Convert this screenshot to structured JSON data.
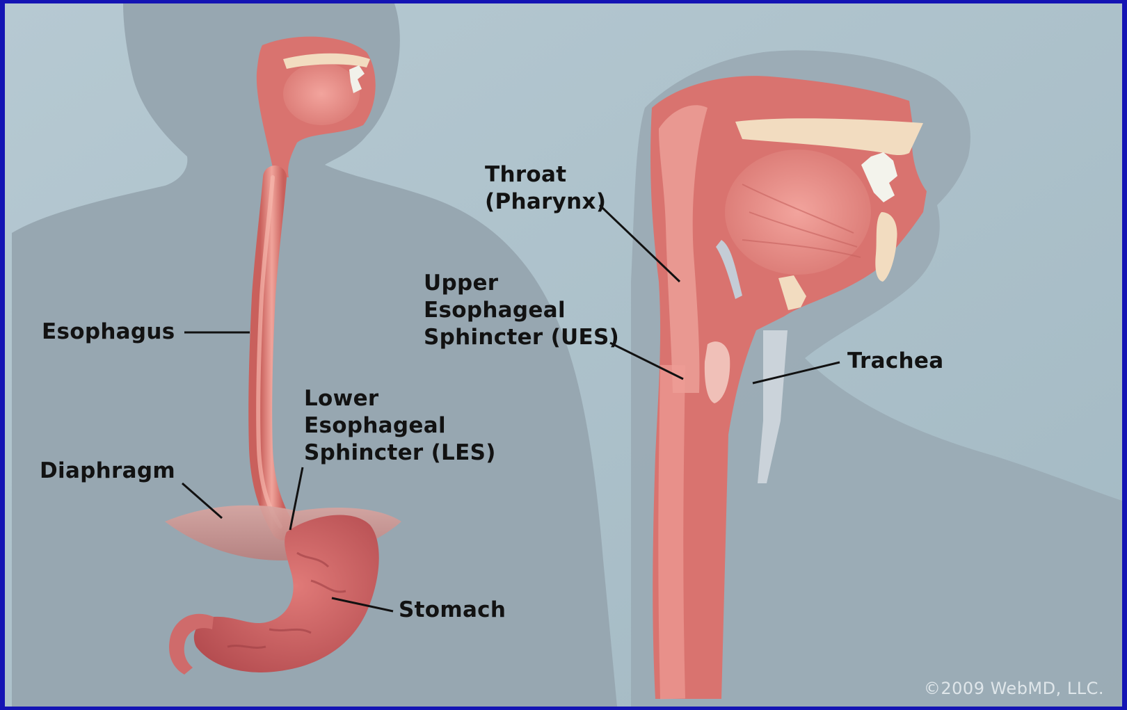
{
  "labels": {
    "throat": [
      "Throat",
      "(Pharynx)"
    ],
    "ues": [
      "Upper",
      "Esophageal",
      "Sphincter (UES)"
    ],
    "esophagus": "Esophagus",
    "les": [
      "Lower",
      "Esophageal",
      "Sphincter (LES)"
    ],
    "diaphragm": "Diaphragm",
    "trachea": "Trachea",
    "stomach": "Stomach"
  },
  "credit": "©2009 WebMD, LLC.",
  "colors": {
    "frame": "#1414b4",
    "background": "#a9bfc9",
    "silhouette": "#97a7b1",
    "tissue": "#e0867f",
    "tissue_dark": "#c85e5a",
    "bone": "#f2dcc0"
  }
}
